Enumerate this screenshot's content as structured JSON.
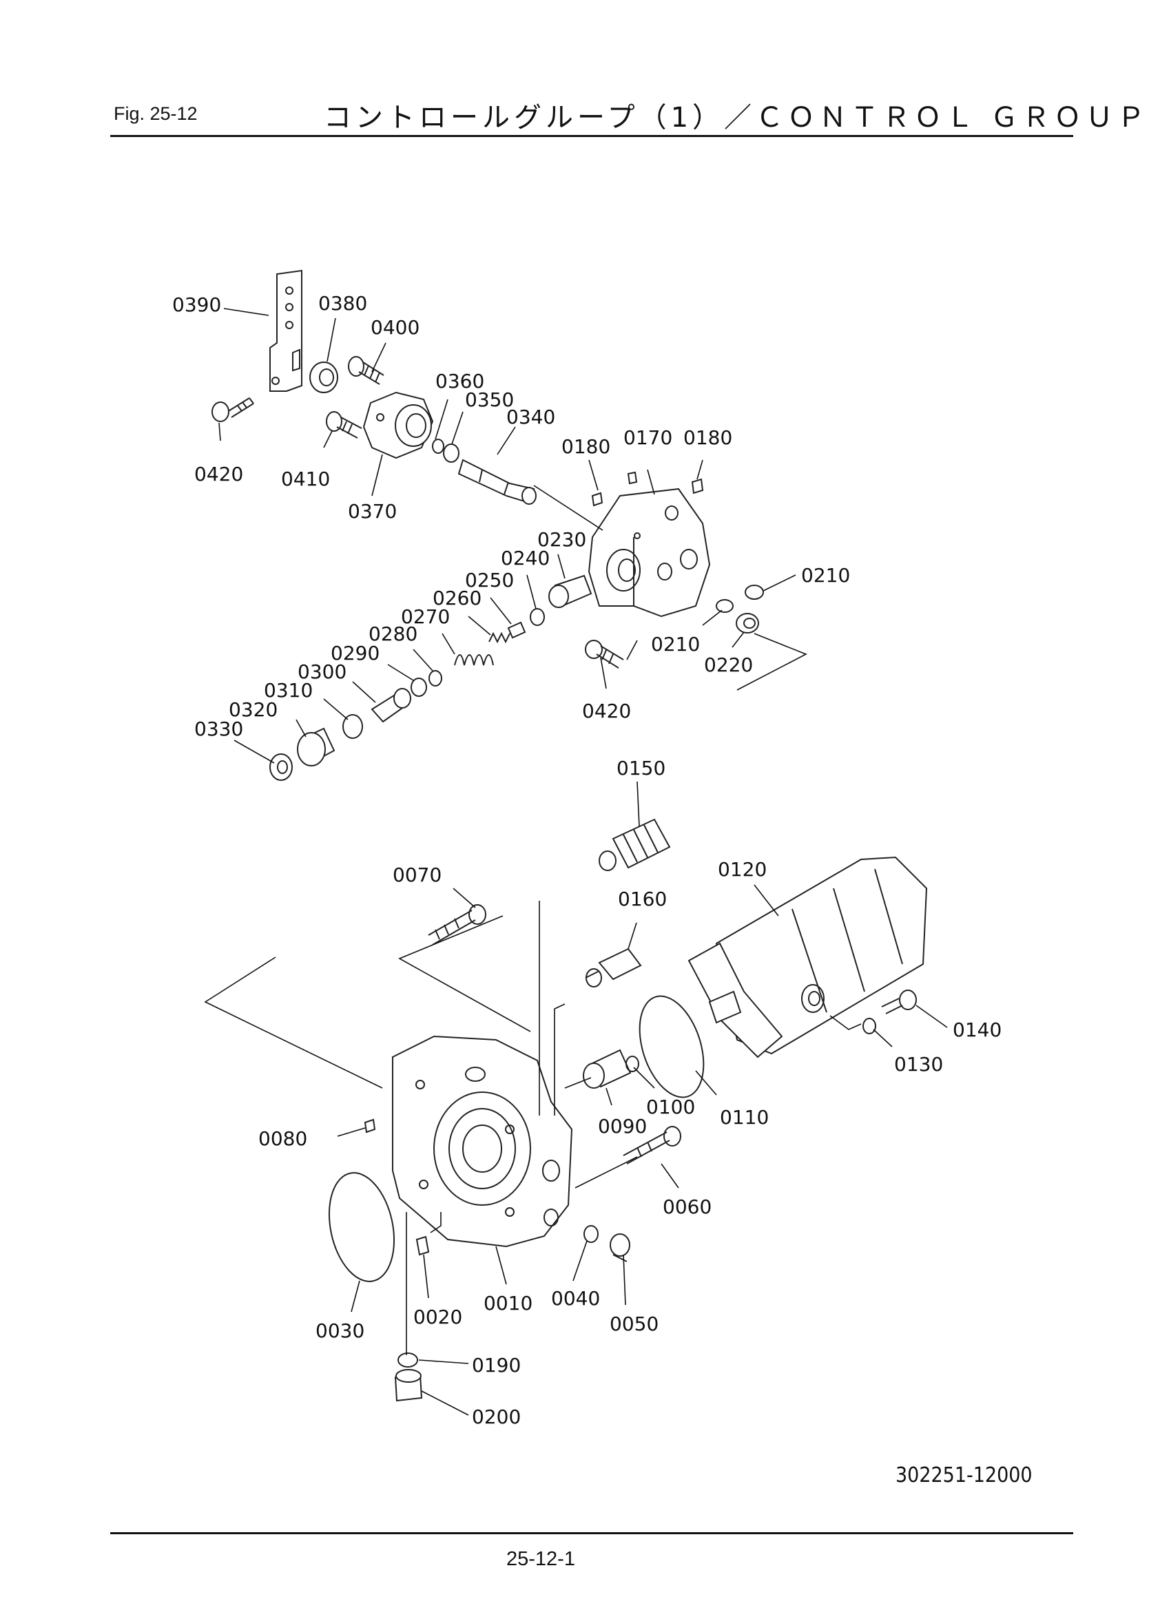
{
  "header": {
    "fig_label": "Fig.  25-12",
    "title": "コントロールグループ（1）／ＣＯＮＴＲＯＬ ＧＲＯＵＰ"
  },
  "drawing_code": "302251-12000",
  "page_number": "25-12-1",
  "parts": [
    {
      "id": "p0390",
      "label": "0390"
    },
    {
      "id": "p0380",
      "label": "0380"
    },
    {
      "id": "p0400",
      "label": "0400"
    },
    {
      "id": "p0360",
      "label": "0360"
    },
    {
      "id": "p0350",
      "label": "0350"
    },
    {
      "id": "p0340",
      "label": "0340"
    },
    {
      "id": "p0180a",
      "label": "0180"
    },
    {
      "id": "p0170",
      "label": "0170"
    },
    {
      "id": "p0180b",
      "label": "0180"
    },
    {
      "id": "p0420a",
      "label": "0420"
    },
    {
      "id": "p0410",
      "label": "0410"
    },
    {
      "id": "p0370",
      "label": "0370"
    },
    {
      "id": "p0230",
      "label": "0230"
    },
    {
      "id": "p0240",
      "label": "0240"
    },
    {
      "id": "p0250",
      "label": "0250"
    },
    {
      "id": "p0260",
      "label": "0260"
    },
    {
      "id": "p0270",
      "label": "0270"
    },
    {
      "id": "p0280",
      "label": "0280"
    },
    {
      "id": "p0290",
      "label": "0290"
    },
    {
      "id": "p0300",
      "label": "0300"
    },
    {
      "id": "p0310",
      "label": "0310"
    },
    {
      "id": "p0320",
      "label": "0320"
    },
    {
      "id": "p0330",
      "label": "0330"
    },
    {
      "id": "p0210a",
      "label": "0210"
    },
    {
      "id": "p0210b",
      "label": "0210"
    },
    {
      "id": "p0220",
      "label": "0220"
    },
    {
      "id": "p0420b",
      "label": "0420"
    },
    {
      "id": "p0150",
      "label": "0150"
    },
    {
      "id": "p0070",
      "label": "0070"
    },
    {
      "id": "p0160",
      "label": "0160"
    },
    {
      "id": "p0120",
      "label": "0120"
    },
    {
      "id": "p0140",
      "label": "0140"
    },
    {
      "id": "p0130",
      "label": "0130"
    },
    {
      "id": "p0080",
      "label": "0080"
    },
    {
      "id": "p0100",
      "label": "0100"
    },
    {
      "id": "p0110",
      "label": "0110"
    },
    {
      "id": "p0090",
      "label": "0090"
    },
    {
      "id": "p0060",
      "label": "0060"
    },
    {
      "id": "p0030",
      "label": "0030"
    },
    {
      "id": "p0020",
      "label": "0020"
    },
    {
      "id": "p0010",
      "label": "0010"
    },
    {
      "id": "p0040",
      "label": "0040"
    },
    {
      "id": "p0050",
      "label": "0050"
    },
    {
      "id": "p0190",
      "label": "0190"
    },
    {
      "id": "p0200",
      "label": "0200"
    }
  ]
}
